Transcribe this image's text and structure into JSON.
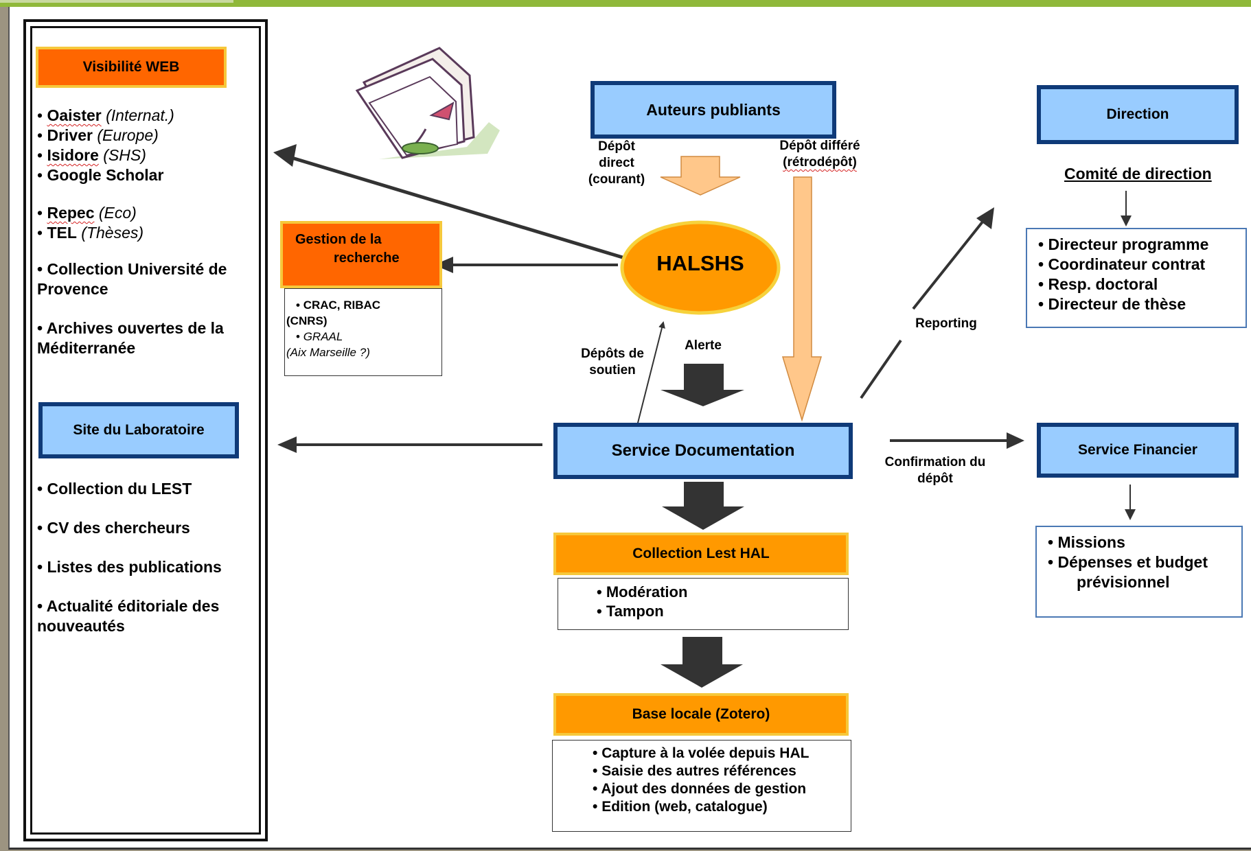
{
  "left_panel": {
    "visibility_title": "Visibilité WEB",
    "visibility_items": [
      {
        "name": "Oaister",
        "note": "(Internat.)"
      },
      {
        "name": "Driver",
        "note": "(Europe)"
      },
      {
        "name": "Isidore",
        "note": "(SHS)"
      },
      {
        "name": "Google Scholar",
        "note": ""
      },
      {
        "name": "Repec",
        "note": "(Eco)"
      },
      {
        "name": "TEL",
        "note": "(Thèses)"
      }
    ],
    "collection_up": "Collection Université de Provence",
    "archives_med": "Archives ouvertes de la Méditerranée",
    "site_title": "Site du Laboratoire",
    "site_items": [
      "Collection du LEST",
      "CV des chercheurs",
      "Listes des publications",
      "Actualité éditoriale des nouveautés"
    ]
  },
  "gestion": {
    "title_line1": "Gestion de la",
    "title_line2": "recherche",
    "item1": "CRAC, RIBAC",
    "item1b": "(CNRS)",
    "item2": "GRAAL",
    "item2b": "(Aix Marseille ?)"
  },
  "center": {
    "auteurs": "Auteurs publiants",
    "depot_direct": [
      "Dépôt",
      "direct",
      "(courant)"
    ],
    "depot_differe": [
      "Dépôt différé",
      "(rétrodépôt)"
    ],
    "halshs": "HALSHS",
    "alerte": "Alerte",
    "depots_soutien": [
      "Dépôts de",
      "soutien"
    ],
    "service_doc": "Service Documentation",
    "collection_lest": "Collection Lest HAL",
    "collection_items": [
      "Modération",
      "Tampon"
    ],
    "base_locale": "Base locale (Zotero)",
    "base_items": [
      "Capture à la volée depuis HAL",
      "Saisie des autres références",
      "Ajout des données de gestion",
      "Edition (web, catalogue)"
    ]
  },
  "right": {
    "reporting": "Reporting",
    "direction": "Direction",
    "comite": "Comité de direction",
    "direction_items": [
      "Directeur programme",
      "Coordinateur contrat",
      "Resp. doctoral",
      "Directeur de thèse"
    ],
    "confirmation": [
      "Confirmation du",
      "dépôt"
    ],
    "service_financier": "Service Financier",
    "financier_items": [
      "Missions",
      "Dépenses et budget",
      "prévisionnel"
    ]
  },
  "colors": {
    "blue_fill": "#99ccff",
    "navy_border": "#0f3a78",
    "orange": "#ff9900",
    "red_orange": "#ff6600",
    "peach_arrow": "#ffc78a",
    "dark_arrow": "#333333"
  }
}
